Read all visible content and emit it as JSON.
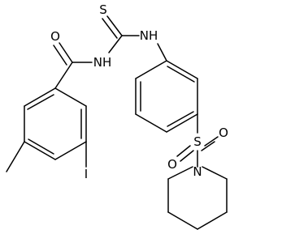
{
  "diagram": {
    "type": "chemical-structure",
    "atom_labels": {
      "O_carbonyl": "O",
      "NH_amide": "NH",
      "S_thio": "S",
      "NH_aryl": "NH",
      "I": "I",
      "S_sulfonyl": "S",
      "O_sulfonyl_left": "O",
      "O_sulfonyl_right": "O",
      "N_piperidine": "N"
    }
  }
}
